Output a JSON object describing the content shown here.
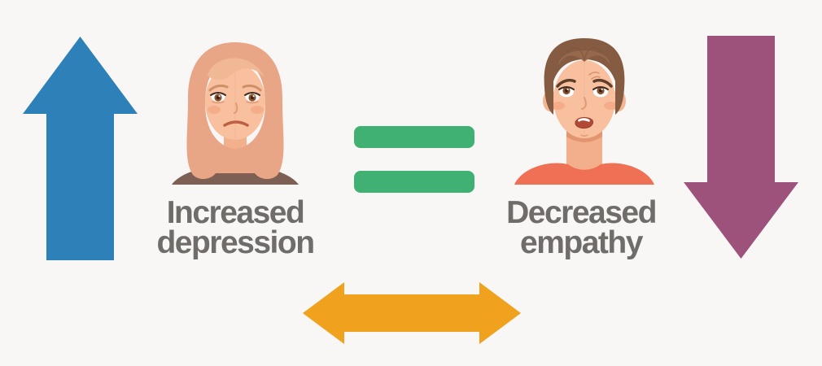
{
  "background_color": "#f8f7f5",
  "text_color": "#6f6c69",
  "labels": {
    "left": {
      "line1": "Increased",
      "line2": "depression"
    },
    "right": {
      "line1": "Decreased",
      "line2": "empathy"
    }
  },
  "icons": {
    "up_arrow": {
      "name": "up-arrow-icon",
      "color": "#2e80b9"
    },
    "down_arrow": {
      "name": "down-arrow-icon",
      "color": "#9c527b"
    },
    "equals": {
      "name": "equals-icon",
      "color": "#41b073"
    },
    "double_arrow": {
      "name": "double-arrow-icon",
      "color": "#f0a11e"
    }
  },
  "illustrations": {
    "woman": {
      "name": "sad-woman-illustration",
      "skin": "#f8c09e",
      "hair": "#e9a686",
      "hair_light": "#f0b894",
      "shirt": "#7e5f53",
      "blush": "#f09a78",
      "iris": "#8a4f2e"
    },
    "man": {
      "name": "worried-man-illustration",
      "skin": "#f8c09e",
      "hair": "#855c41",
      "hair_light": "#96694c",
      "shirt": "#ef7055",
      "blush": "#f09a78",
      "iris": "#8a4f2e"
    }
  }
}
